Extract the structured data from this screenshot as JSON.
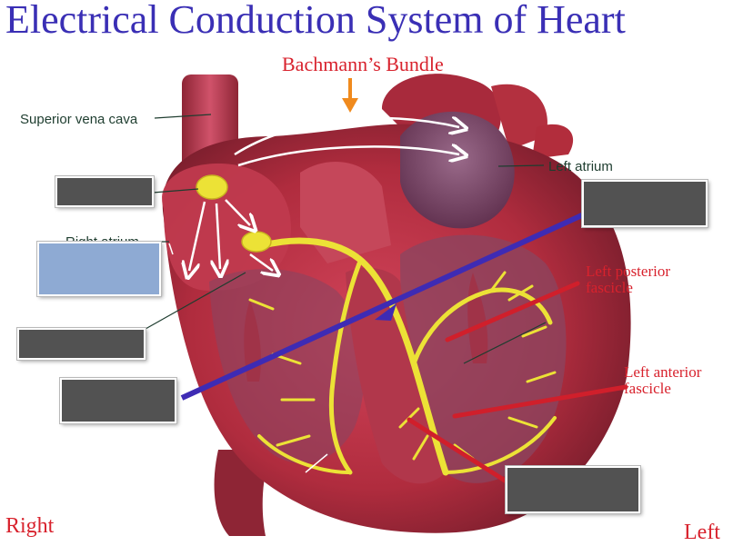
{
  "title": "Electrical Conduction System of Heart",
  "labels": {
    "bachmann": "Bachmann’s Bundle",
    "svc": "Superior vena cava",
    "left_atrium": "Left atrium",
    "right_atrium": "Right atrium",
    "lpf_line1": "Left posterior",
    "lpf_line2": "fascicle",
    "laf_line1": "Left anterior",
    "laf_line2": "fascicle",
    "right": "Right",
    "left": "Left"
  },
  "colors": {
    "title": "#3a2fb5",
    "red_label": "#d8222d",
    "anatomy_label": "#1e3d2f",
    "hidden_box": "#525252",
    "highlight_box": "#8eaad3",
    "purple_line": "#3e2bb4",
    "red_line": "#d01f2b",
    "orange_arrow": "#f08a1d",
    "conduction": "#ece236",
    "muscle": "#b42c3c",
    "muscle_dark": "#6b1a28"
  },
  "answer_boxes": [
    {
      "name": "sa-node-box",
      "state": "hidden"
    },
    {
      "name": "av-node-box",
      "state": "highlighted"
    },
    {
      "name": "bundle-of-his-box",
      "state": "hidden"
    },
    {
      "name": "right-bundle-branch-box",
      "state": "hidden"
    },
    {
      "name": "left-bundle-branch-box",
      "state": "hidden"
    },
    {
      "name": "purkinje-fibers-box",
      "state": "hidden"
    }
  ]
}
